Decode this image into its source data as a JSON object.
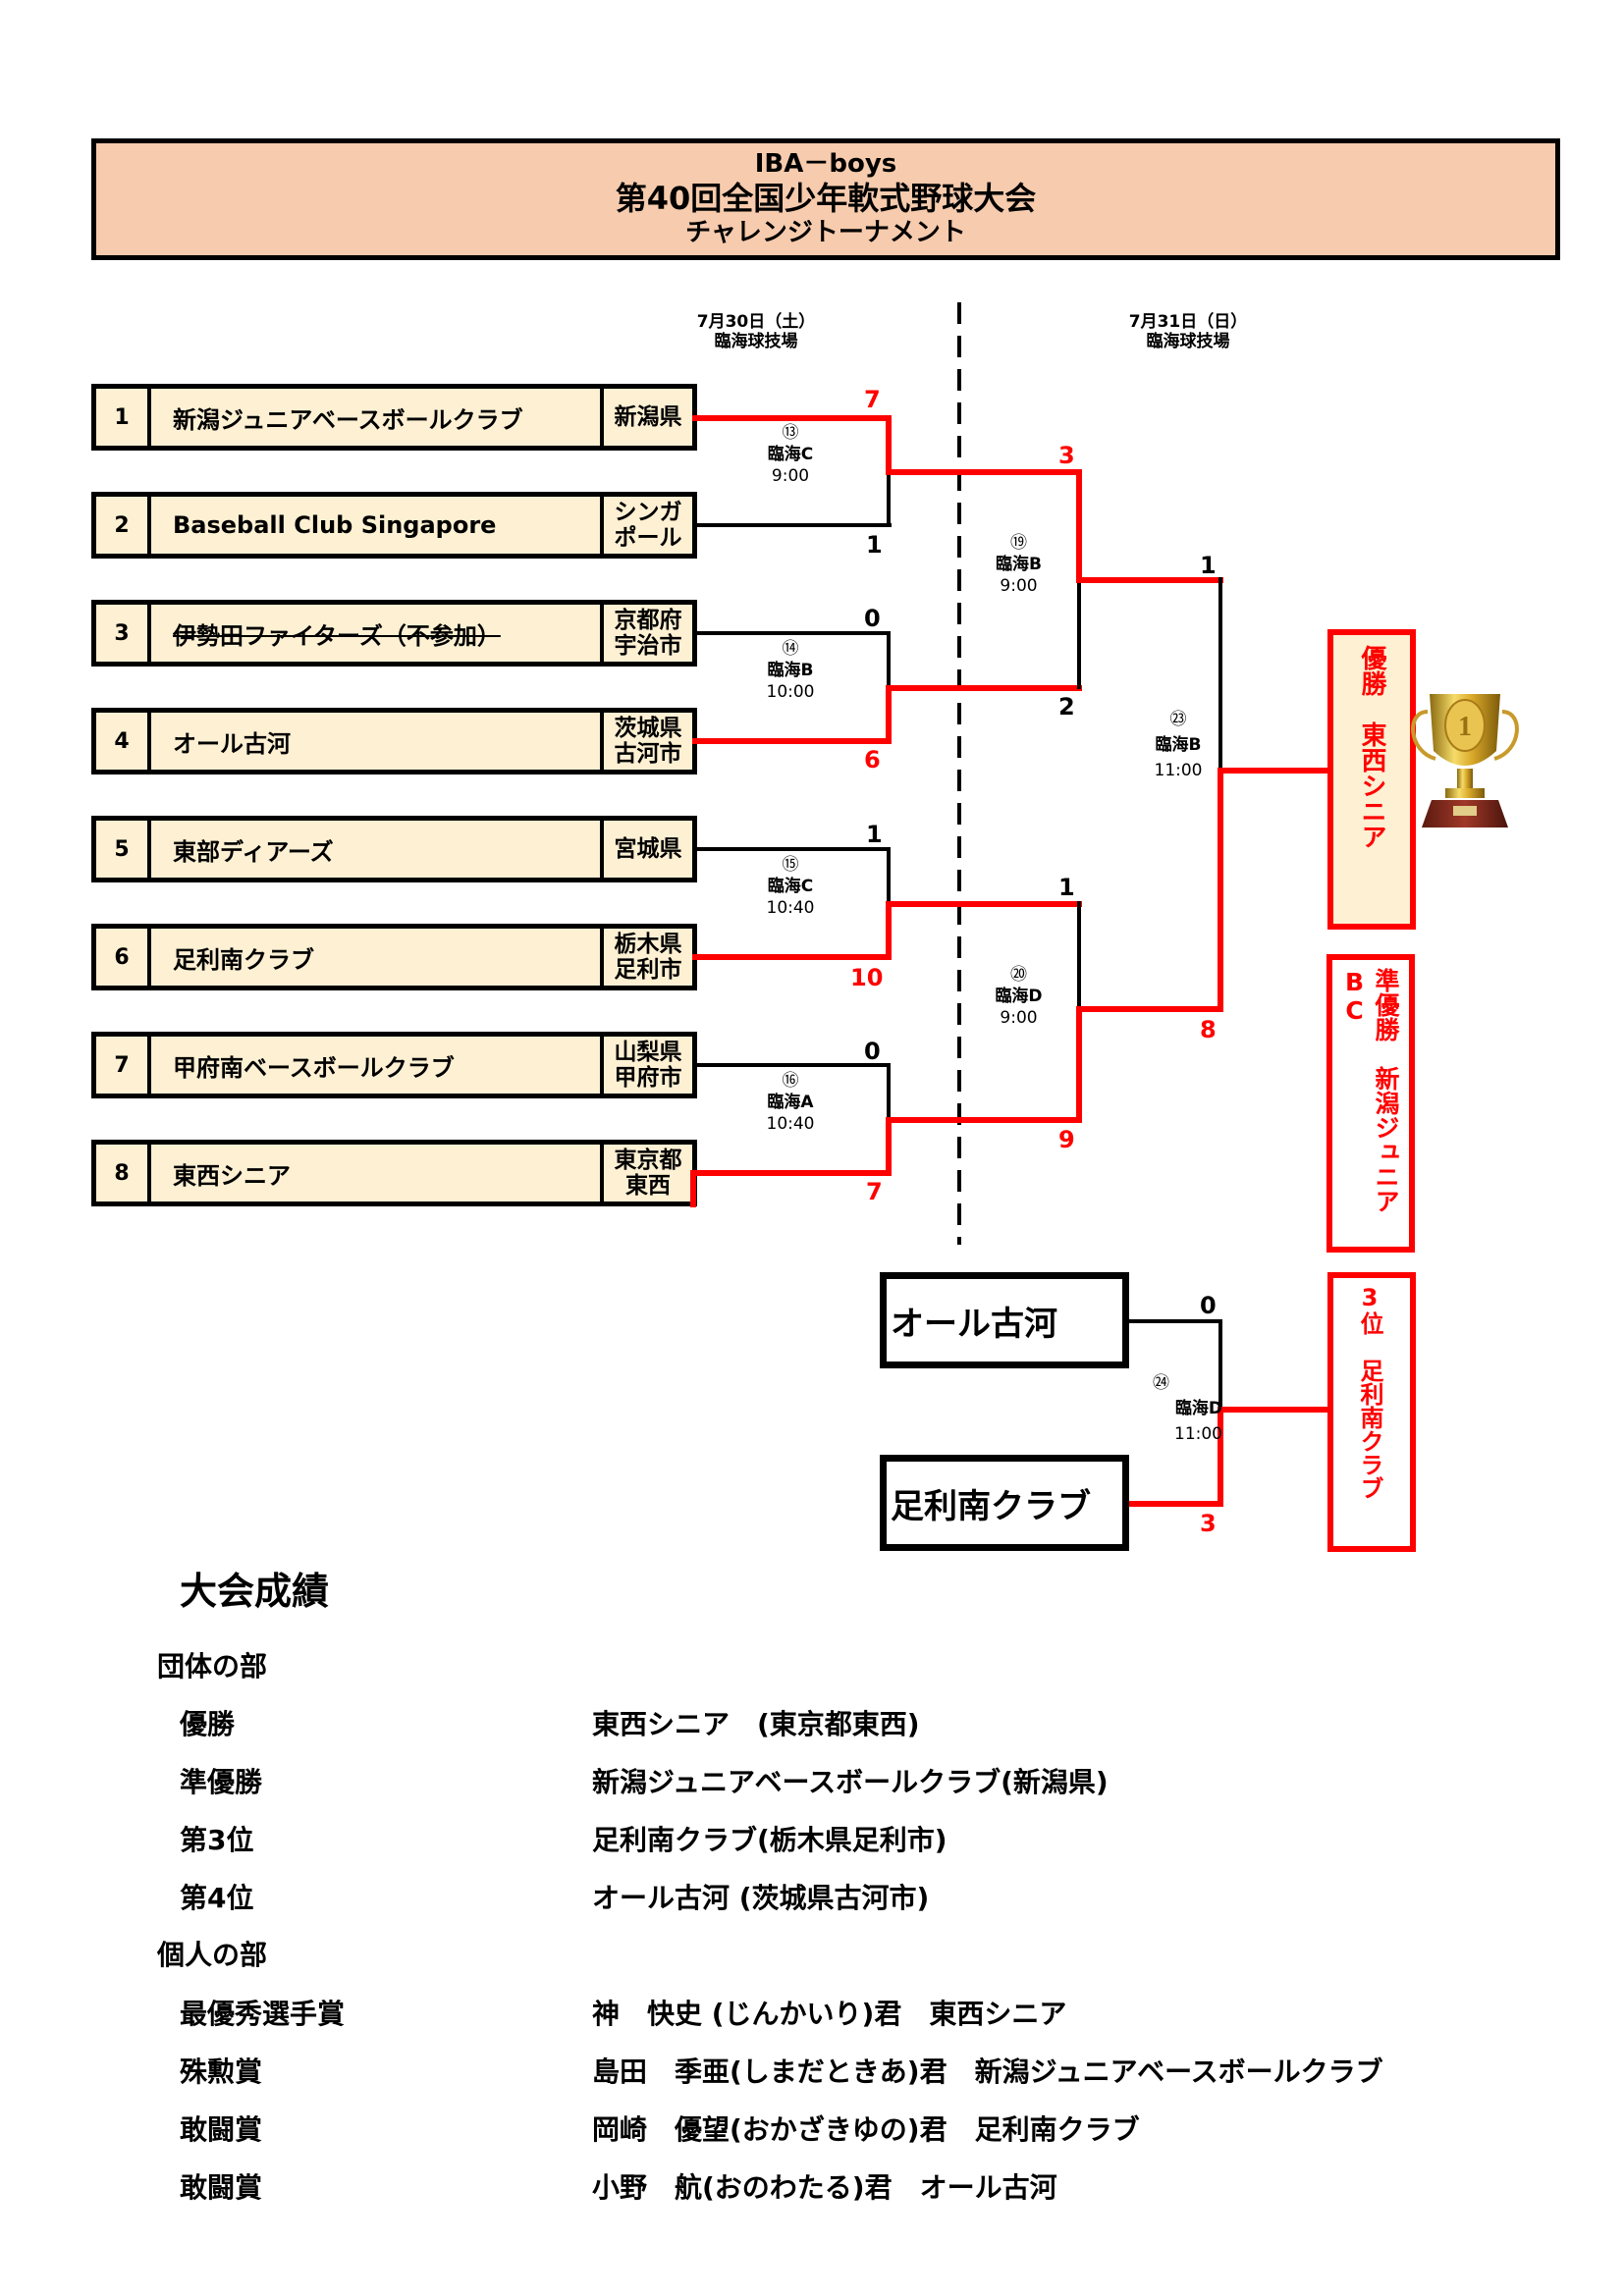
{
  "header": {
    "line1": "IBA－boys",
    "line2": "第40回全国少年軟式野球大会",
    "line3": "チャレンジトーナメント"
  },
  "days": [
    {
      "date": "7月30日（土）",
      "venue": "臨海球技場"
    },
    {
      "date": "7月31日（日）",
      "venue": "臨海球技場"
    }
  ],
  "teams": [
    {
      "seed": "1",
      "name": "新潟ジュニアベースボールクラブ",
      "pref": "新潟県",
      "withdrawn": false
    },
    {
      "seed": "2",
      "name": "Baseball Club Singapore",
      "pref": "シンガ\nポール",
      "withdrawn": false
    },
    {
      "seed": "3",
      "name": "伊勢田ファイターズ（不参加）",
      "pref": "京都府\n宇治市",
      "withdrawn": true
    },
    {
      "seed": "4",
      "name": "オール古河",
      "pref": "茨城県\n古河市",
      "withdrawn": false
    },
    {
      "seed": "5",
      "name": "東部ディアーズ",
      "pref": "宮城県",
      "withdrawn": false
    },
    {
      "seed": "6",
      "name": "足利南クラブ",
      "pref": "栃木県\n足利市",
      "withdrawn": false
    },
    {
      "seed": "7",
      "name": "甲府南ベースボールクラブ",
      "pref": "山梨県\n甲府市",
      "withdrawn": false
    },
    {
      "seed": "8",
      "name": "東西シニア",
      "pref": "東京都\n東西",
      "withdrawn": false
    }
  ],
  "matches": [
    {
      "id": "m13",
      "num": "⑬",
      "field": "臨海C",
      "time": "9:00",
      "score_top": "7",
      "score_bottom": "1",
      "winner": "top"
    },
    {
      "id": "m14",
      "num": "⑭",
      "field": "臨海B",
      "time": "10:00",
      "score_top": "0",
      "score_bottom": "6",
      "winner": "bottom"
    },
    {
      "id": "m15",
      "num": "⑮",
      "field": "臨海C",
      "time": "10:40",
      "score_top": "1",
      "score_bottom": "10",
      "winner": "bottom"
    },
    {
      "id": "m16",
      "num": "⑯",
      "field": "臨海A",
      "time": "10:40",
      "score_top": "0",
      "score_bottom": "7",
      "winner": "bottom"
    },
    {
      "id": "m19",
      "num": "⑲",
      "field": "臨海B",
      "time": "9:00",
      "score_top": "3",
      "score_bottom": "2",
      "winner": "top"
    },
    {
      "id": "m20",
      "num": "⑳",
      "field": "臨海D",
      "time": "9:00",
      "score_top": "1",
      "score_bottom": "9",
      "winner": "bottom"
    },
    {
      "id": "m23",
      "num": "㉓",
      "field": "臨海B",
      "time": "11:00",
      "score_top": "1",
      "score_bottom": "8",
      "winner": "bottom"
    },
    {
      "id": "m24",
      "num": "㉔",
      "field": "臨海D",
      "time": "11:00",
      "score_top": "0",
      "score_bottom": "3",
      "winner": "bottom"
    }
  ],
  "third_place": {
    "team_top": "オール古河",
    "team_bottom": "足利南クラブ"
  },
  "awards_boxes": {
    "champion": {
      "label": "優勝",
      "team": "東西シニア"
    },
    "runner_up": {
      "label": "準優勝",
      "team": "新潟ジュニアBC"
    },
    "third": {
      "label": "3位",
      "team": "足利南クラブ"
    }
  },
  "trophy_icon": "trophy-icon",
  "colors": {
    "winner_line": "#ff0000",
    "title_bg": "#f7cbad",
    "team_bg": "#fdf0d3"
  },
  "results": {
    "title": "大会成績",
    "team_section": "団体の部",
    "team_results": [
      {
        "label": "優勝",
        "value": "東西シニア　(東京都東西)"
      },
      {
        "label": "準優勝",
        "value": "新潟ジュニアベースボールクラブ(新潟県)"
      },
      {
        "label": "第3位",
        "value": "足利南クラブ(栃木県足利市)"
      },
      {
        "label": "第4位",
        "value": "オール古河 (茨城県古河市)"
      }
    ],
    "individual_section": "個人の部",
    "individual_results": [
      {
        "label": "最優秀選手賞",
        "value": "神　快史 (じんかいり)君　東西シニア"
      },
      {
        "label": "殊勲賞",
        "value": "島田　季亜(しまだときあ)君　新潟ジュニアベースボールクラブ"
      },
      {
        "label": "敢闘賞",
        "value": "岡崎　優望(おかざきゆの)君　足利南クラブ"
      },
      {
        "label": "敢闘賞",
        "value": "小野　航(おのわたる)君　オール古河"
      }
    ]
  }
}
